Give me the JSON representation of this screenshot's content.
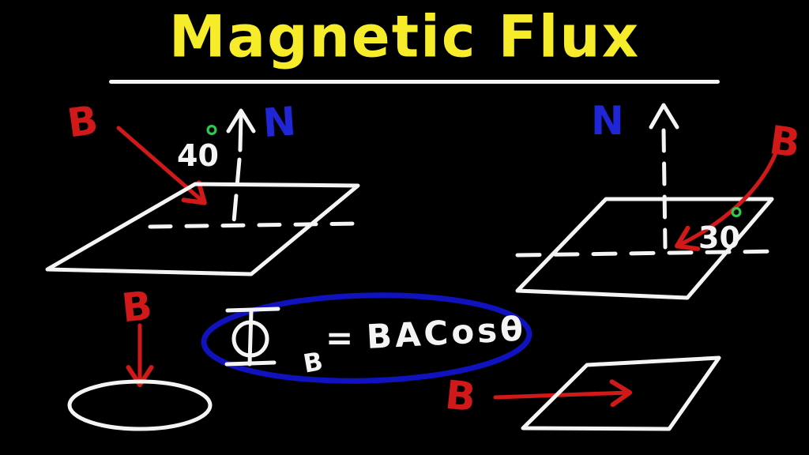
{
  "title": "Magnetic Flux",
  "colors": {
    "background": "#000000",
    "title": "#f6ec2a",
    "field_vector": "#d11919",
    "normal_label": "#2025d6",
    "drawing": "#f4f4f4",
    "degree_mark": "#2fca4a",
    "formula_outline": "#0f12bd"
  },
  "left_diagram": {
    "field_label": "B",
    "normal_label": "N",
    "angle_value": "40",
    "degree_symbol": "°"
  },
  "right_diagram": {
    "field_label": "B",
    "normal_label": "N",
    "angle_value": "30",
    "degree_symbol": "°"
  },
  "formula": {
    "full": "Φ_B = BACosθ",
    "phi": "Φ",
    "subscript": "B",
    "equals": "=",
    "rhs": "BACosθ"
  },
  "bottom_left_diagram": {
    "field_label": "B"
  },
  "bottom_right_diagram": {
    "field_label": "B"
  }
}
